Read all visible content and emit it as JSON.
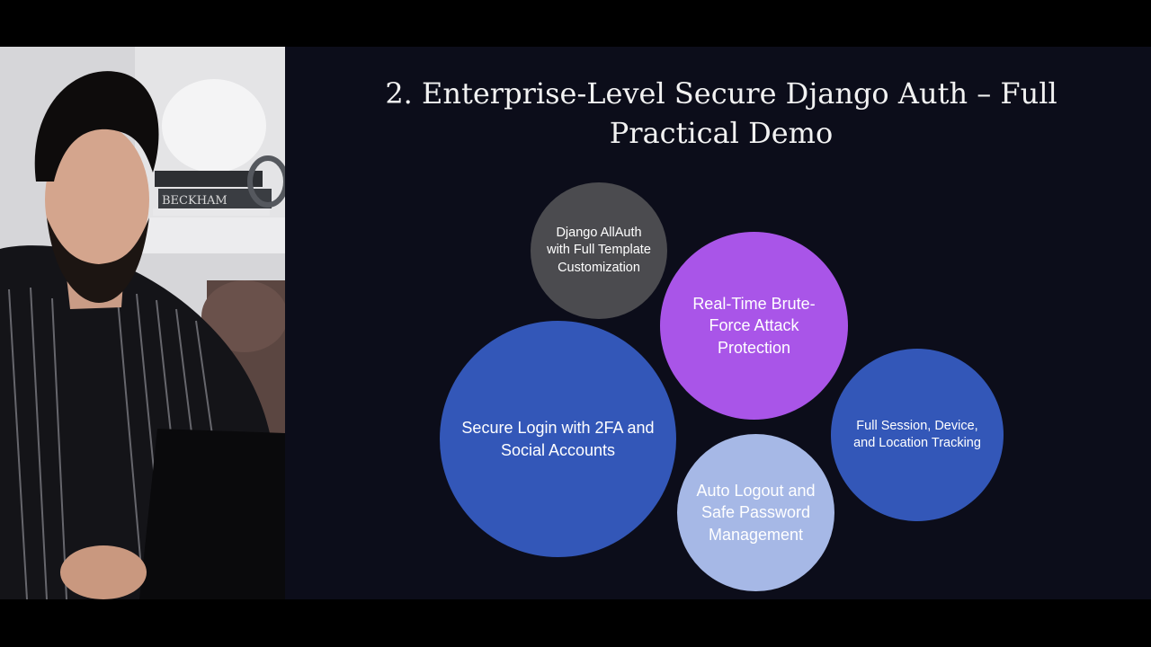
{
  "slide": {
    "title": "2. Enterprise-Level Secure Django Auth – Full Practical Demo",
    "bubbles": [
      {
        "label": "Django AllAuth with Full Template Customization"
      },
      {
        "label": "Real-Time Brute-Force Attack Protection"
      },
      {
        "label": "Secure Login with 2FA and Social Accounts"
      },
      {
        "label": "Full Session, Device, and Location Tracking"
      },
      {
        "label": "Auto Logout and Safe Password Management"
      }
    ]
  },
  "presenter": {
    "book_spine": "BECKHAM"
  },
  "colors": {
    "slide_background": "#0c0d1a",
    "bubble_gray": "#4b4b4f",
    "bubble_purple": "#a955e8",
    "bubble_blue": "#3357b8",
    "bubble_light_blue": "#a6b8e6",
    "letterbox": "#000000"
  }
}
